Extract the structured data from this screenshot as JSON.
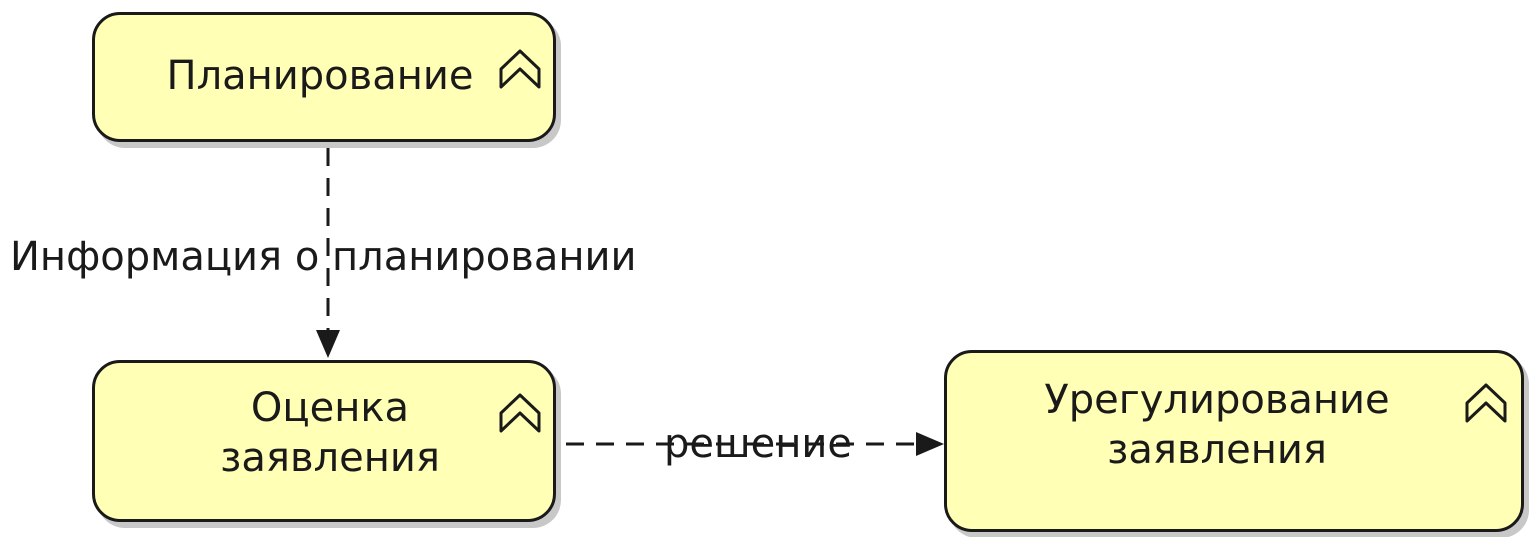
{
  "nodes": {
    "planning": {
      "label": "Планирование",
      "icon": "process-chevron-icon"
    },
    "assessment": {
      "label": "Оценка\nзаявления",
      "icon": "process-chevron-icon"
    },
    "settlement": {
      "label": "Урегулирование\nзаявления",
      "icon": "process-chevron-icon"
    }
  },
  "edges": {
    "planning_to_assessment": {
      "label": "Информация о планировании",
      "style": "dashed"
    },
    "assessment_to_settlement": {
      "label": "решение",
      "style": "dashed"
    }
  },
  "colors": {
    "node_fill": "#ffffb5",
    "node_border": "#1a1a1a",
    "shadow": "#c8c8c8",
    "text": "#1a1a1a"
  }
}
